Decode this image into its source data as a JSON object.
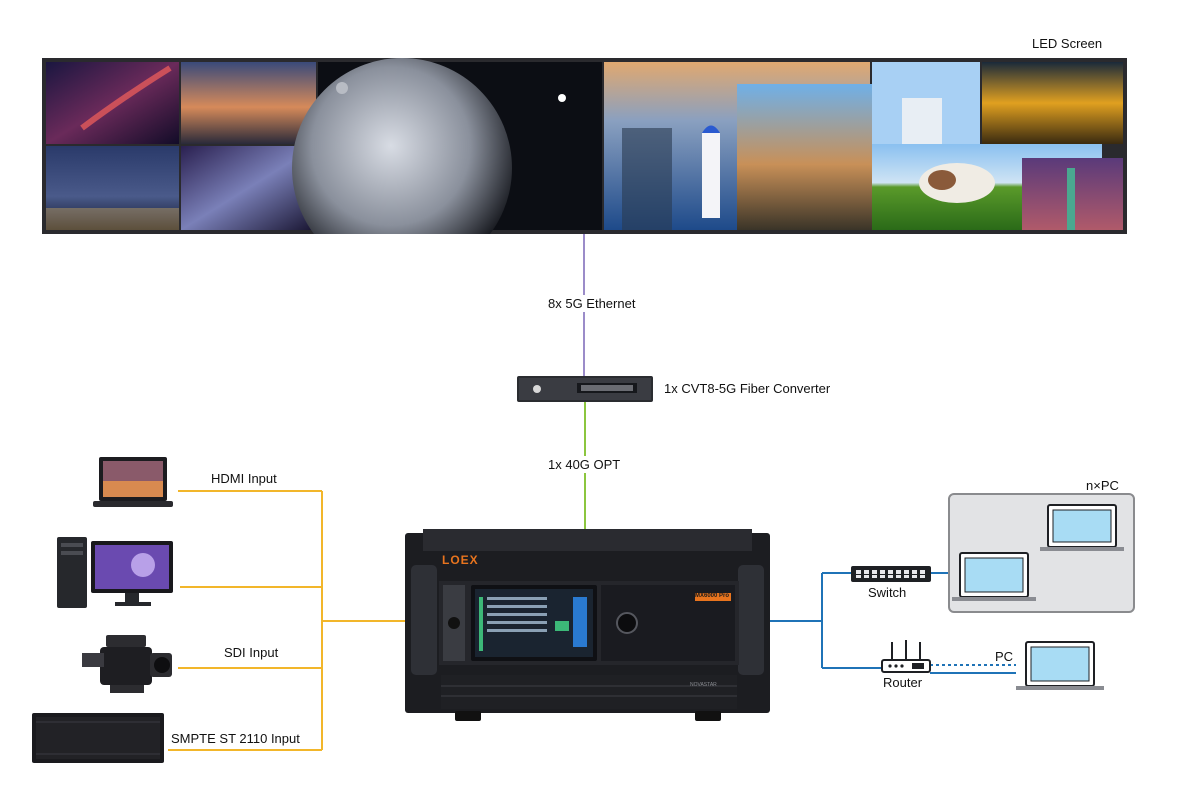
{
  "screen_label": "LED Screen",
  "link_ethernet": "8x 5G Ethernet",
  "converter_label": "1x CVT8-5G Fiber Converter",
  "link_opt": "1x 40G OPT",
  "inputs": {
    "hdmi": "HDMI Input",
    "sdi": "SDI Input",
    "smpte": "SMPTE ST 2110 Input"
  },
  "processor": {
    "brand": "LOEX",
    "model_badge": "MX6000 Pro",
    "series": "NOVASTAR"
  },
  "network": {
    "switch": "Switch",
    "router": "Router",
    "pc": "PC",
    "npc": "n×PC"
  },
  "colors": {
    "input_line": "#f2b62a",
    "ethernet_line": "#9b8cc9",
    "fiber_line": "#8cc63f",
    "network_line": "#1f73b7",
    "pc_link_dotted": "#1f73b7",
    "accent_brand": "#e8741e"
  }
}
